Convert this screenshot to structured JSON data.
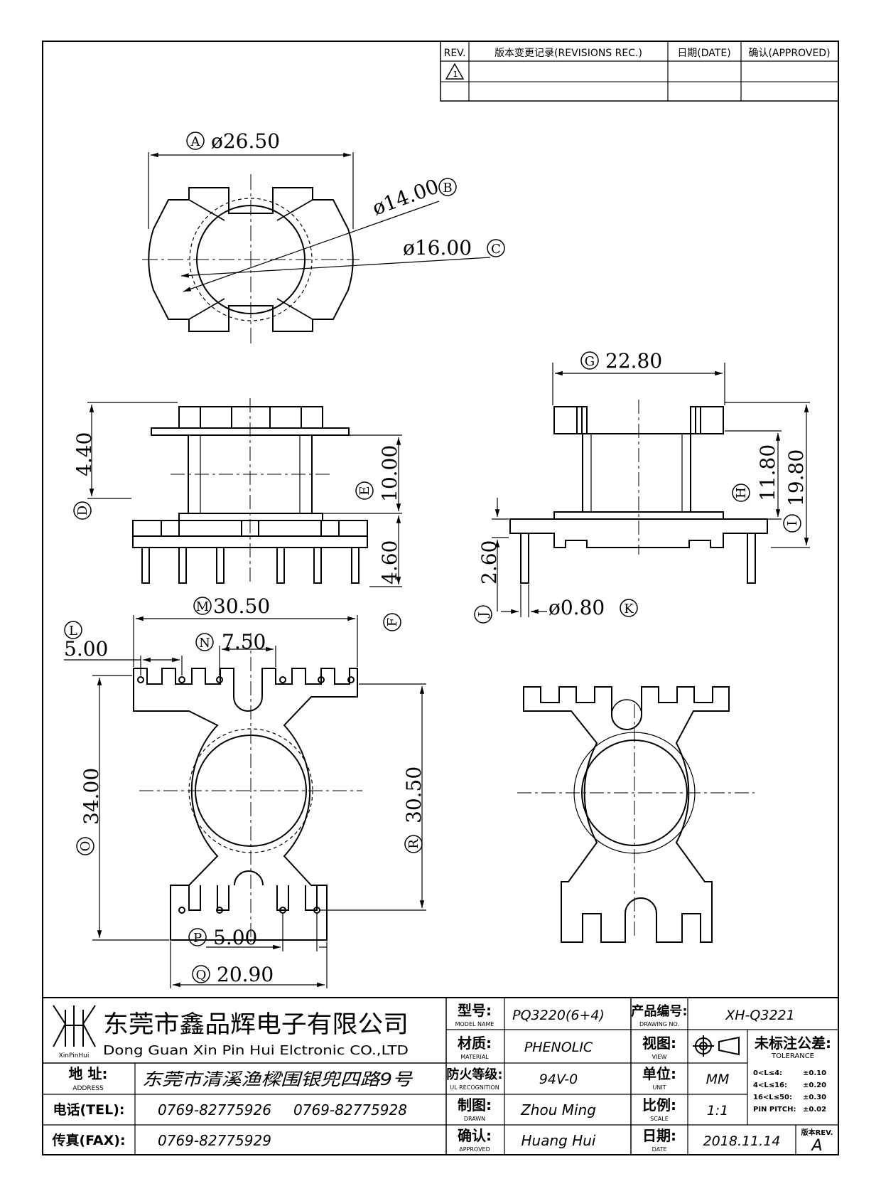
{
  "revision_block": {
    "headers": {
      "rev": "REV.",
      "record": "版本变更记录(REVISIONS REC.)",
      "date": "日期(DATE)",
      "approved": "确认(APPROVED)"
    },
    "rev_symbol": "1"
  },
  "dimensions": {
    "A": {
      "letter": "A",
      "value": "ø26.50"
    },
    "B": {
      "letter": "B",
      "value": "ø14.00"
    },
    "C": {
      "letter": "C",
      "value": "ø16.00"
    },
    "D": {
      "letter": "D",
      "value": "4.40"
    },
    "E": {
      "letter": "E",
      "value": "10.00"
    },
    "F": {
      "letter": "F",
      "value": "4.60"
    },
    "G": {
      "letter": "G",
      "value": "22.80"
    },
    "H": {
      "letter": "H",
      "value": "11.80"
    },
    "I": {
      "letter": "I",
      "value": "19.80"
    },
    "J": {
      "letter": "J",
      "value": "2.60"
    },
    "K": {
      "letter": "K",
      "value": "ø0.80"
    },
    "L": {
      "letter": "L",
      "value": "5.00"
    },
    "M": {
      "letter": "M",
      "value": "30.50"
    },
    "N": {
      "letter": "N",
      "value": "7.50"
    },
    "O": {
      "letter": "O",
      "value": "34.00"
    },
    "P": {
      "letter": "P",
      "value": "5.00"
    },
    "Q": {
      "letter": "Q",
      "value": "20.90"
    },
    "R": {
      "letter": "R",
      "value": "30.50"
    }
  },
  "title_block": {
    "company_cn": "东莞市鑫品辉电子有限公司",
    "company_en": "Dong Guan Xin Pin Hui Elctronic CO.,LTD",
    "logo_text": "XinPinHui",
    "address_label": {
      "cn": "地 址:",
      "en": "ADDRESS"
    },
    "address": "东莞市清溪渔樑围银兜四路9号",
    "tel_label": "电话(TEL):",
    "tel1": "0769-82775926",
    "tel2": "0769-82775928",
    "fax_label": "传真(FAX):",
    "fax": "0769-82775929",
    "model": {
      "cn": "型号:",
      "en": "MODEL NAME",
      "value": "PQ3220(6+4)"
    },
    "material": {
      "cn": "材质:",
      "en": "MATERIAL",
      "value": "PHENOLIC"
    },
    "ul": {
      "cn": "防火等级:",
      "en": "UL RECOGNITION",
      "value": "94V-0"
    },
    "drawn": {
      "cn": "制图:",
      "en": "DRAWN",
      "value": "Zhou Ming"
    },
    "approved": {
      "cn": "确认:",
      "en": "APPROVED",
      "value": "Huang Hui"
    },
    "drawing_no": {
      "cn": "产品编号:",
      "en": "DRAWING NO.",
      "value": "XH-Q3221"
    },
    "view": {
      "cn": "视图:",
      "en": "VIEW"
    },
    "unit": {
      "cn": "单位:",
      "en": "UNIT",
      "value": "MM"
    },
    "scale": {
      "cn": "比例:",
      "en": "SCALE",
      "value": "1:1"
    },
    "date": {
      "cn": "日期:",
      "en": "DATE",
      "value": "2018.11.14"
    },
    "tolerance": {
      "cn": "未标注公差:",
      "en": "TOLERANCE",
      "rows": [
        {
          "range": "0<L≤4:",
          "value": "±0.10"
        },
        {
          "range": "4<L≤16:",
          "value": "±0.20"
        },
        {
          "range": "16<L≤50:",
          "value": "±0.30"
        },
        {
          "range": "PIN PITCH:",
          "value": "±0.02"
        }
      ]
    },
    "version": {
      "label": "版本REV.",
      "value": "A"
    }
  }
}
